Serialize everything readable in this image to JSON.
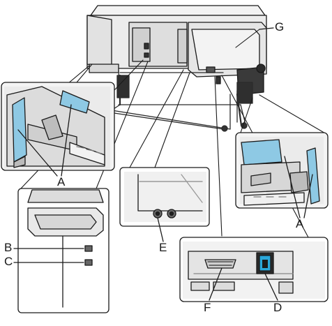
{
  "callouts": {
    "a_left": "A",
    "a_right": "A",
    "b": "B",
    "c": "C",
    "d": "D",
    "e": "E",
    "f": "F",
    "g": "G"
  },
  "colors": {
    "line": "#1a1a1a",
    "highlight": "#8ec9e4",
    "printer_body": "#ececec",
    "printer_shade": "#d4d4d4",
    "frame": "#2b2b2b",
    "port_bg": "#2a2a2a",
    "power_blue": "#2aa7d9"
  },
  "icons": {
    "power_inlet": "power-inlet-icon",
    "interface_port": "interface-connector-icon",
    "ground_terminal": "ground-terminal-icon"
  }
}
